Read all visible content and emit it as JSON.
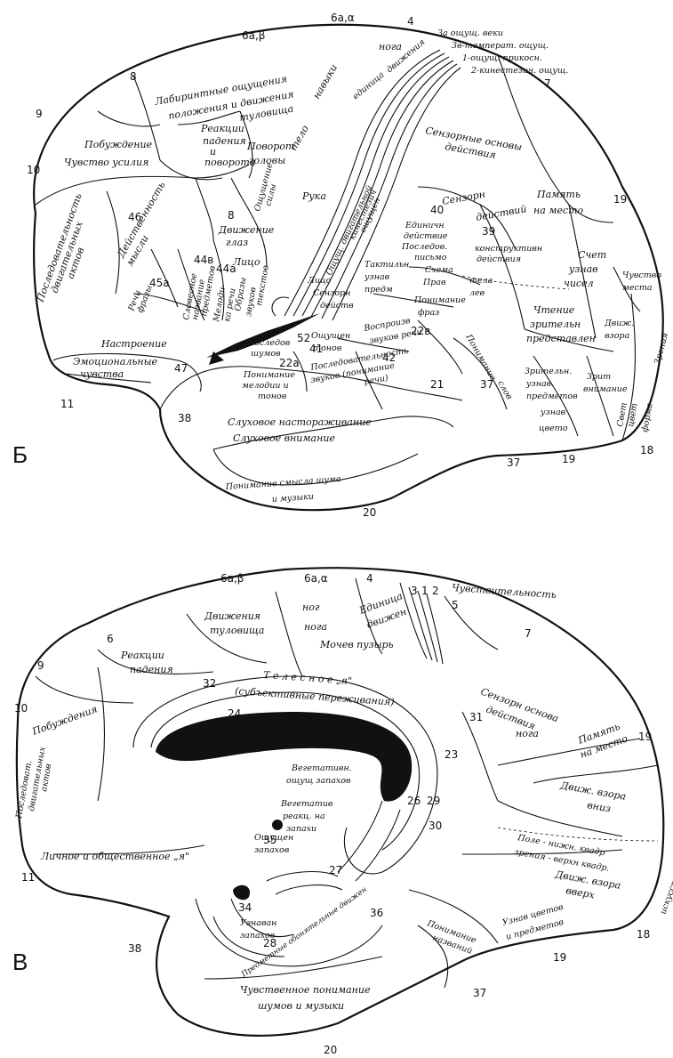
{
  "panels": {
    "b": {
      "letter": "Б",
      "field_numbers": [
        "6a,β",
        "6a,α",
        "4",
        "8",
        "9",
        "10",
        "46",
        "45a",
        "44в",
        "44a",
        "47",
        "11",
        "38",
        "22a",
        "41",
        "52",
        "42",
        "22в",
        "21",
        "37",
        "20",
        "40",
        "39",
        "19",
        "7",
        "18",
        "8"
      ],
      "top_labels": {
        "l1": "3a ощущ. веки",
        "l2": "3в-темперaт. ощущ.",
        "l3": "1-ощущ. прикосн.",
        "l4": "2-кинестезич. ощущ."
      },
      "areas": {
        "labyrinth": "Лабиринтные ощущения",
        "labyrinth2": "положения и движения",
        "labyrinth3": "туловища",
        "fall1": "Реакции",
        "fall2": "падения",
        "fall3": "и",
        "fall4": "поворота",
        "turn1": "Поворот",
        "turn2": "головы",
        "urge1": "Побуждение",
        "urge2": "Чувство усилия",
        "seq1": "Последовательность",
        "seq2": "двигательных",
        "seq3": "актов",
        "effect1": "Действенность",
        "effect2": "мысли",
        "speech1": "Речи",
        "speech2": "фразы",
        "names1": "Словесное",
        "names2": "название",
        "names3": "предметов",
        "melody1": "Мелоди-",
        "melody2": "ка речи",
        "image1": "Образы",
        "image2": "звуков",
        "image3": "текстов",
        "mood": "Настроение",
        "emo1": "Эмоциональные",
        "emo2": "чувства",
        "eyes1": "Движение",
        "eyes2": "глаз",
        "face": "Лицо",
        "force1": "Ощущение",
        "force2": "силы",
        "hand": "Рука",
        "body": "тело",
        "skills": "навыки",
        "unit": "единица",
        "move": "движения",
        "leg": "нога",
        "sensfound1": "Сензорные основы",
        "sensfound2": "действия",
        "kin1": "Ощущ. двигательной",
        "kin2": "кинестезич",
        "kin3": "ощущен",
        "face2a": "Лицо",
        "face2b": "Сензорн",
        "face2c": "действ",
        "sens": "Сензорн",
        "act": "действий",
        "unitact1": "Единичн",
        "unitact2": "действие",
        "unitact3": "Последов.",
        "unitact4": "письмо",
        "constr1": "конструктивн",
        "constr2": "действия",
        "scheme1": "Схема",
        "scheme2": "тела",
        "prav": "Прав",
        "lev": "лев",
        "tact1": "Тактильн",
        "tact2": "узнав",
        "tact3": "предм",
        "memory1": "Память",
        "memory2": "на место",
        "count1": "Счет",
        "count2": "узнав",
        "count3": "чисел",
        "read1": "Чтение",
        "read2": "зрительн",
        "read3": "представлен",
        "feel1": "Чувство",
        "feel2": "места",
        "gaze1": "Движ.",
        "gaze2": "взора",
        "vision": "Зрения",
        "phrase1": "Понимание",
        "phrase2": "фраз",
        "words1": "Понимание",
        "words2": "слов",
        "posl1": "Последов",
        "posl2": "шумов",
        "sens3a": "Ощущен",
        "sens3b": "тонов",
        "repr1": "Воспроизв",
        "repr2": "звуков речи",
        "mel1": "Понимание",
        "mel2": "мелодии и",
        "mel3": "тонов",
        "posl3": "Последовательность",
        "posl4": "звуков (понимание",
        "posl5": "речи)",
        "vis1": "Зрительн.",
        "vis2": "узнав.",
        "vis3": "предметов",
        "vis4": "узнав",
        "vis5": "цвето",
        "gaze3": "Зрит",
        "gaze4": "внимание",
        "color1": "Свет",
        "color2": "цвет",
        "color3": "форма",
        "aud1": "Слуховое настораживание",
        "aud2": "Слуховое внимание",
        "noise1": "Понимание смысла шума",
        "noise2": "и музыки"
      }
    },
    "v": {
      "letter": "В",
      "field_numbers": [
        "6a,β",
        "6a,α",
        "4",
        "3",
        "1",
        "2",
        "5",
        "7",
        "6",
        "9",
        "10",
        "32",
        "24",
        "31",
        "23",
        "29",
        "26",
        "30",
        "19",
        "11",
        "38",
        "34",
        "27",
        "35",
        "28",
        "36",
        "18",
        "37",
        "20"
      ],
      "areas": {
        "sensitivity": "Чувствительность",
        "trunk1": "Движения",
        "trunk2": "туловища",
        "nog": "ног",
        "leg": "нога",
        "unit1": "Единица",
        "unit2": "движен",
        "bladder": "Мочев пузырь",
        "fall1": "Реакции",
        "fall2": "падения",
        "urge": "Побуждения",
        "sensfound1": "Сензорн основа",
        "sensfound2": "действия",
        "leg2": "нога",
        "self1": "Т е л е с н о е „я\"",
        "self2": "(субъективные переживания)",
        "seq1": "Последоват.",
        "seq2": "двигательных",
        "seq3": "актов",
        "veg1": "Вегетативн.",
        "veg2": "ощущ запахов",
        "veg3": "Вегетатив",
        "veg4": "реакц. на",
        "veg5": "запахи",
        "smell1": "Ощущен",
        "smell2": "запахов",
        "personal": "Личное и общественное „я\"",
        "recog1": "Узнаван",
        "recog2": "запахов",
        "subj": "Предметные обонятельные движен",
        "memory1": "Память",
        "memory2": "на место",
        "gaze1": "Движ. взора",
        "gaze2": "вниз",
        "field1": "Поле - нижн. квадр",
        "field2": "зрения - верхн квадр.",
        "gaze3": "Движ. взора",
        "gaze4": "вверх",
        "color1": "Узнав цветов",
        "color2": "и предметов",
        "names1": "Понимание",
        "names2": "названий",
        "perc1": "Чувственное понимание",
        "perc2": "шумов и музыки",
        "art": "искусств"
      }
    }
  }
}
